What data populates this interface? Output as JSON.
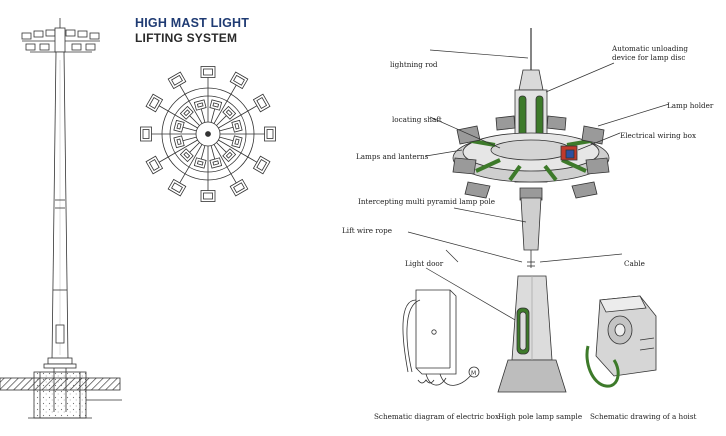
{
  "header": {
    "title": "HIGH MAST LIGHT",
    "subtitle": "LIFTING SYSTEM"
  },
  "labels": {
    "lightning_rod": "lightning rod",
    "auto_unloading": "Automatic unloading device for lamp disc",
    "lamp_holder": "Lamp holder",
    "locating_shaft": "locating shaft",
    "electrical_wiring_box": "Electrical wiring box",
    "lamps_and_lanterns": "Lamps and lanterns",
    "pyramid_pole": "Intercepting multi pyramid lamp pole",
    "lift_wire_rope": "Lift wire rope",
    "light_door": "Light door",
    "cable": "Cable"
  },
  "captions": {
    "electric_box": "Schematic diagram of electric box",
    "pole_sample": "High pole lamp sample",
    "hoist": "Schematic drawing of a hoist"
  },
  "colors": {
    "title_blue": "#1f3b73",
    "accent_green": "#3d7a2a",
    "line": "#333333",
    "wiring_box_red": "#c0392b",
    "wiring_box_blue": "#2c4fa0"
  }
}
